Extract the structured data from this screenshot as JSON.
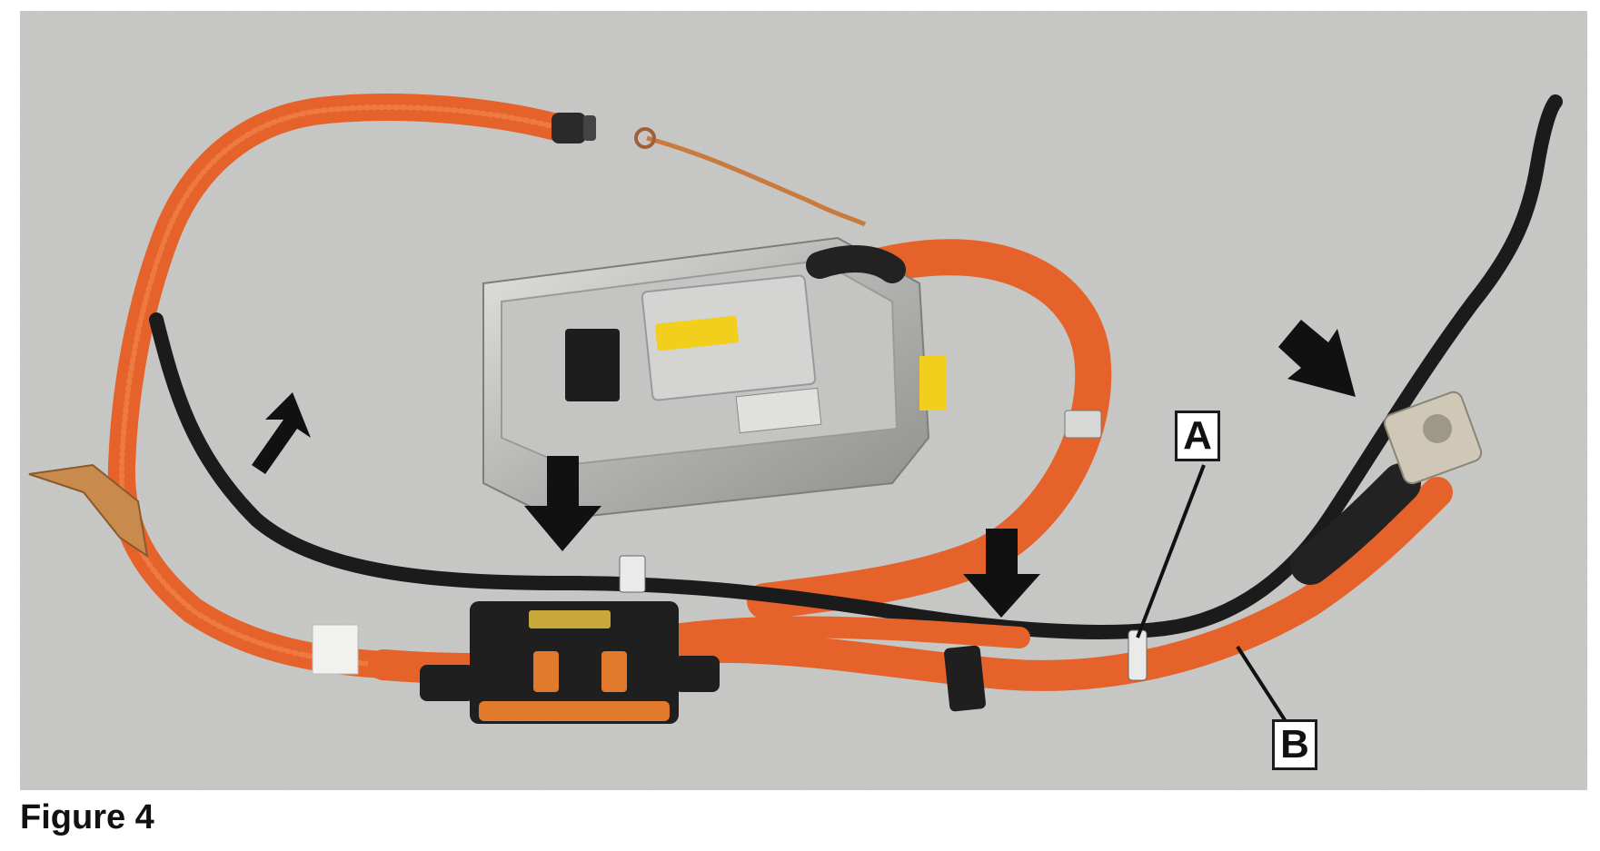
{
  "figure": {
    "caption": "Figure 4"
  },
  "callouts": {
    "a": "A",
    "b": "B"
  },
  "colors": {
    "floor": "#c9c9c7",
    "orange_cable": "#e8662d",
    "black_cable": "#1b1b1b",
    "module_metal": "#b9bab8",
    "warning_label": "#f2cf1c",
    "connector_box": "#2b2b2b"
  }
}
